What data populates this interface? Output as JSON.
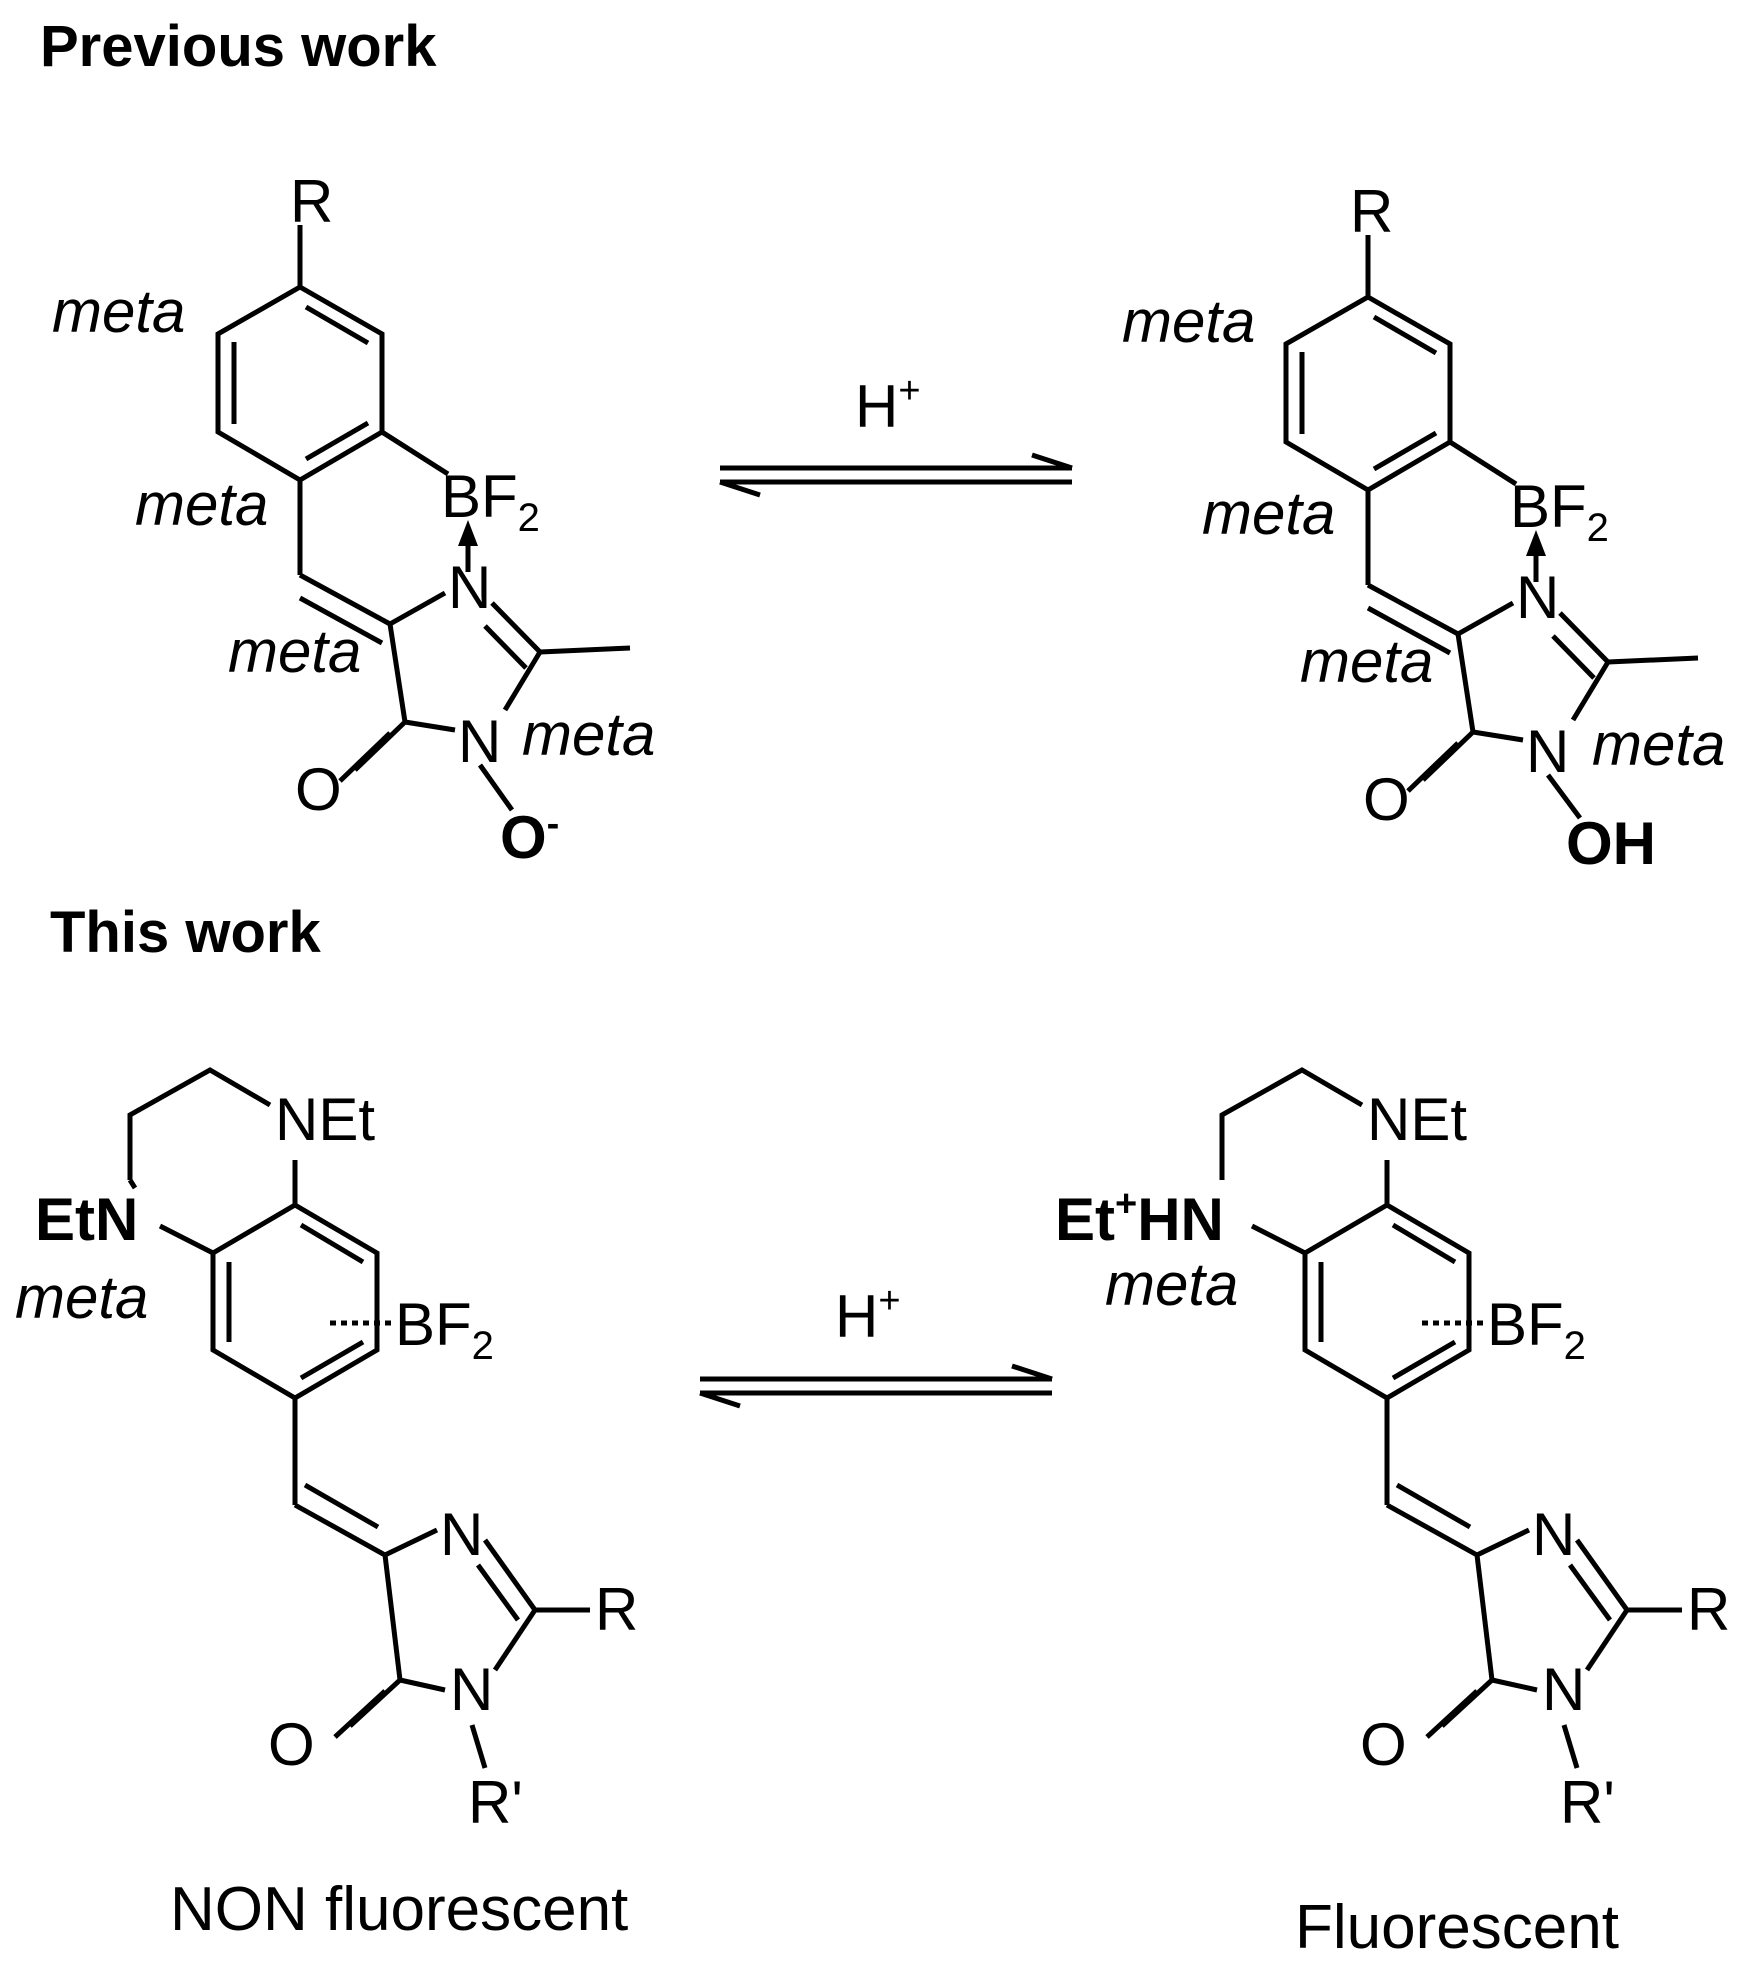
{
  "headings": {
    "previous": "Previous work",
    "current": "This work"
  },
  "reagent": {
    "label": "H",
    "charge": "+"
  },
  "labels": {
    "R": "R",
    "meta": "meta",
    "bf": "BF",
    "sub2": "2",
    "N": "N",
    "O": "O",
    "O_minus_charge": "-",
    "OH": "OH",
    "NEt": "NEt",
    "EtN": "EtN",
    "Et": "Et",
    "plus": "+",
    "HN": "HN",
    "Rprime": "R'"
  },
  "captions": {
    "left": "NON fluorescent",
    "right": "Fluorescent"
  }
}
